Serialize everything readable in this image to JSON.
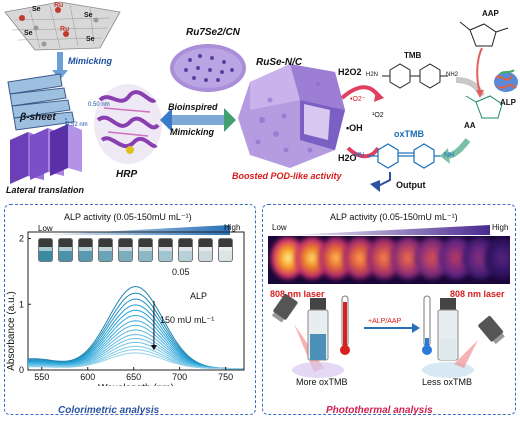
{
  "top": {
    "ru7se2_cn": "Ru7Se2/CN",
    "ruse_nc": "RuSe-N/C",
    "mimicking": "Mimicking",
    "bioinspired": "Bioinspired",
    "mimicking2": "Mimicking",
    "beta_sheet": "β-sheet",
    "hrp": "HRP",
    "lateral": "Lateral translation",
    "dist1": "0.50 nm",
    "dist2": "0.52 nm",
    "boosted": "Boosted POD-like activity",
    "tmb": "TMB",
    "oxtmb": "oxTMB",
    "output": "Output",
    "h2o2": "H2O2",
    "oh": "•OH",
    "o2m": "•O2⁻",
    "o1": "¹O2",
    "h2o": "H2O",
    "aap": "AAP",
    "aa": "AA",
    "alp": "ALP",
    "se_labels": [
      "Se",
      "Se",
      "Se",
      "Se"
    ],
    "ru_labels": [
      "Ru",
      "Ru"
    ],
    "h2n": "H2N",
    "nh2": "NH2",
    "hn_plus": "HN",
    "nh_plus": "NH"
  },
  "colorimetric": {
    "caption": "Colorimetric analysis",
    "header": "ALP activity (0.05-150mU mL⁻¹)",
    "low": "Low",
    "high": "High",
    "conc_top": "0.05",
    "alp": "ALP",
    "conc_bottom": "150 mU mL⁻¹",
    "xlabel": "Wavelength (nm)",
    "ylabel": "Absorbance (a.u.)"
  },
  "photothermal": {
    "caption": "Photothermal analysis",
    "header": "ALP activity (0.05-150mU mL⁻¹)",
    "low": "Low",
    "high": "High",
    "laser_left": "808 nm laser",
    "laser_right": "808 nm laser",
    "arrow_label": "+ALP/AAP",
    "more": "More oxTMB",
    "less": "Less oxTMB"
  },
  "chart_data": {
    "type": "line",
    "xlabel": "Wavelength (nm)",
    "ylabel": "Absorbance (a.u.)",
    "xlim": [
      535,
      770
    ],
    "ylim": [
      0,
      2.1
    ],
    "xticks": [
      550,
      600,
      650,
      700,
      750
    ],
    "yticks": [
      0,
      1,
      2
    ],
    "peak_x": 652,
    "series_peaks": [
      1.25,
      1.15,
      1.06,
      0.97,
      0.89,
      0.81,
      0.73,
      0.66,
      0.59,
      0.52,
      0.46,
      0.4,
      0.34,
      0.29,
      0.24
    ],
    "grid": false
  },
  "colors": {
    "panel_border": "#3a6fc4",
    "caption_blue": "#2a52a0",
    "caption_red": "#d02050",
    "red_text": "#d81c1c",
    "curve": "#29a8d8"
  }
}
